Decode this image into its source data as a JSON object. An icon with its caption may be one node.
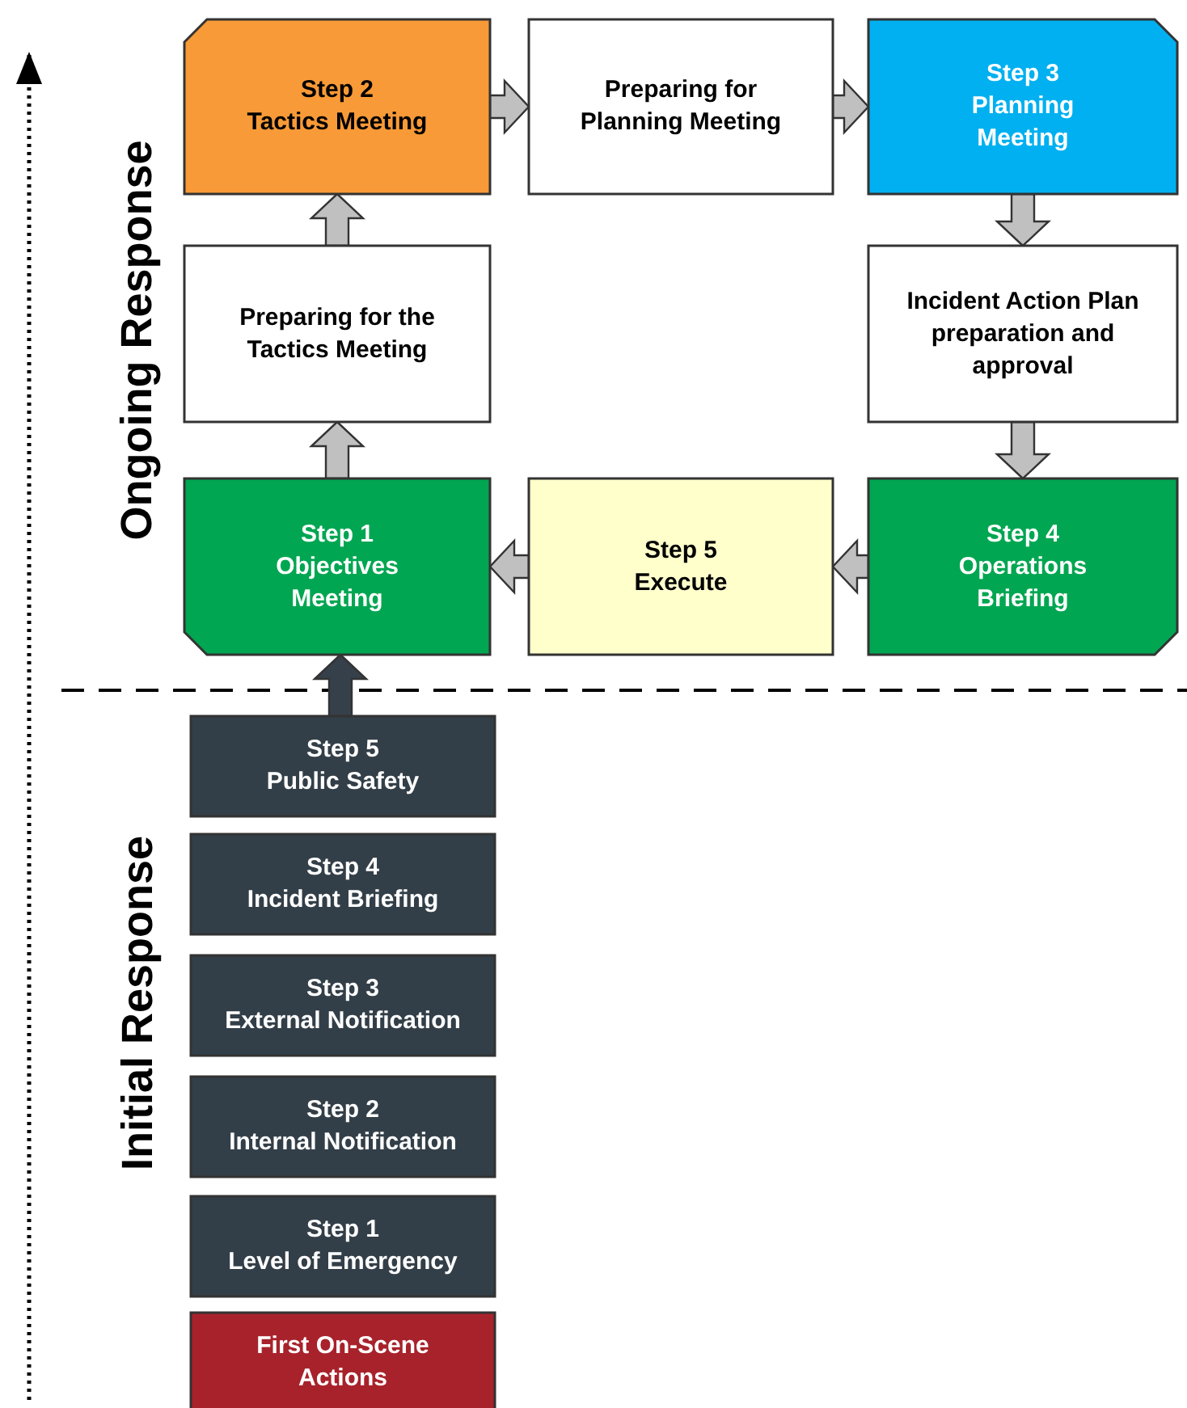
{
  "diagram": {
    "nodes": [
      {
        "text": [
          "Step 2",
          "Tactics Meeting"
        ]
      },
      {
        "text": [
          "Preparing for Planning Meeting"
        ]
      },
      {
        "text": [
          "Step 3",
          "Planning Meeting"
        ]
      },
      {
        "text": [
          "Preparing for the Tactics Meeting"
        ]
      },
      {
        "text": [
          "Incident Action Plan preparation and approval"
        ]
      },
      {
        "text": [
          "Step 1",
          "Objectives Meeting"
        ]
      },
      {
        "text": [
          "Step 5",
          "Execute"
        ]
      },
      {
        "text": [
          "Step 4",
          "Operations Briefing"
        ]
      },
      {
        "text": [
          "Step 5",
          "Public Safety"
        ]
      },
      {
        "text": [
          "Step 4",
          "Incident Briefing"
        ]
      },
      {
        "text": [
          "Step 3",
          "External Notification"
        ]
      },
      {
        "text": [
          "Step 2",
          "Internal Notification"
        ]
      },
      {
        "text": [
          "Step 1",
          "Level of Emergency"
        ]
      },
      {
        "text": [
          "First On-Scene Actions"
        ]
      }
    ],
    "edges": [
      {
        "from": 5,
        "to": 3,
        "arrow": "to"
      },
      {
        "from": 3,
        "to": 0,
        "arrow": "to"
      },
      {
        "from": 0,
        "to": 1,
        "arrow": "to"
      },
      {
        "from": 1,
        "to": 2,
        "arrow": "to"
      },
      {
        "from": 2,
        "to": 4,
        "arrow": "to"
      },
      {
        "from": 4,
        "to": 7,
        "arrow": "to"
      },
      {
        "from": 7,
        "to": 6,
        "arrow": "to"
      },
      {
        "from": 6,
        "to": 5,
        "arrow": "to"
      },
      {
        "from": 8,
        "to": 5,
        "arrow": "to",
        "color": "#36404a"
      }
    ],
    "labels": [
      "Ongoing Response",
      "Initial Response"
    ]
  }
}
